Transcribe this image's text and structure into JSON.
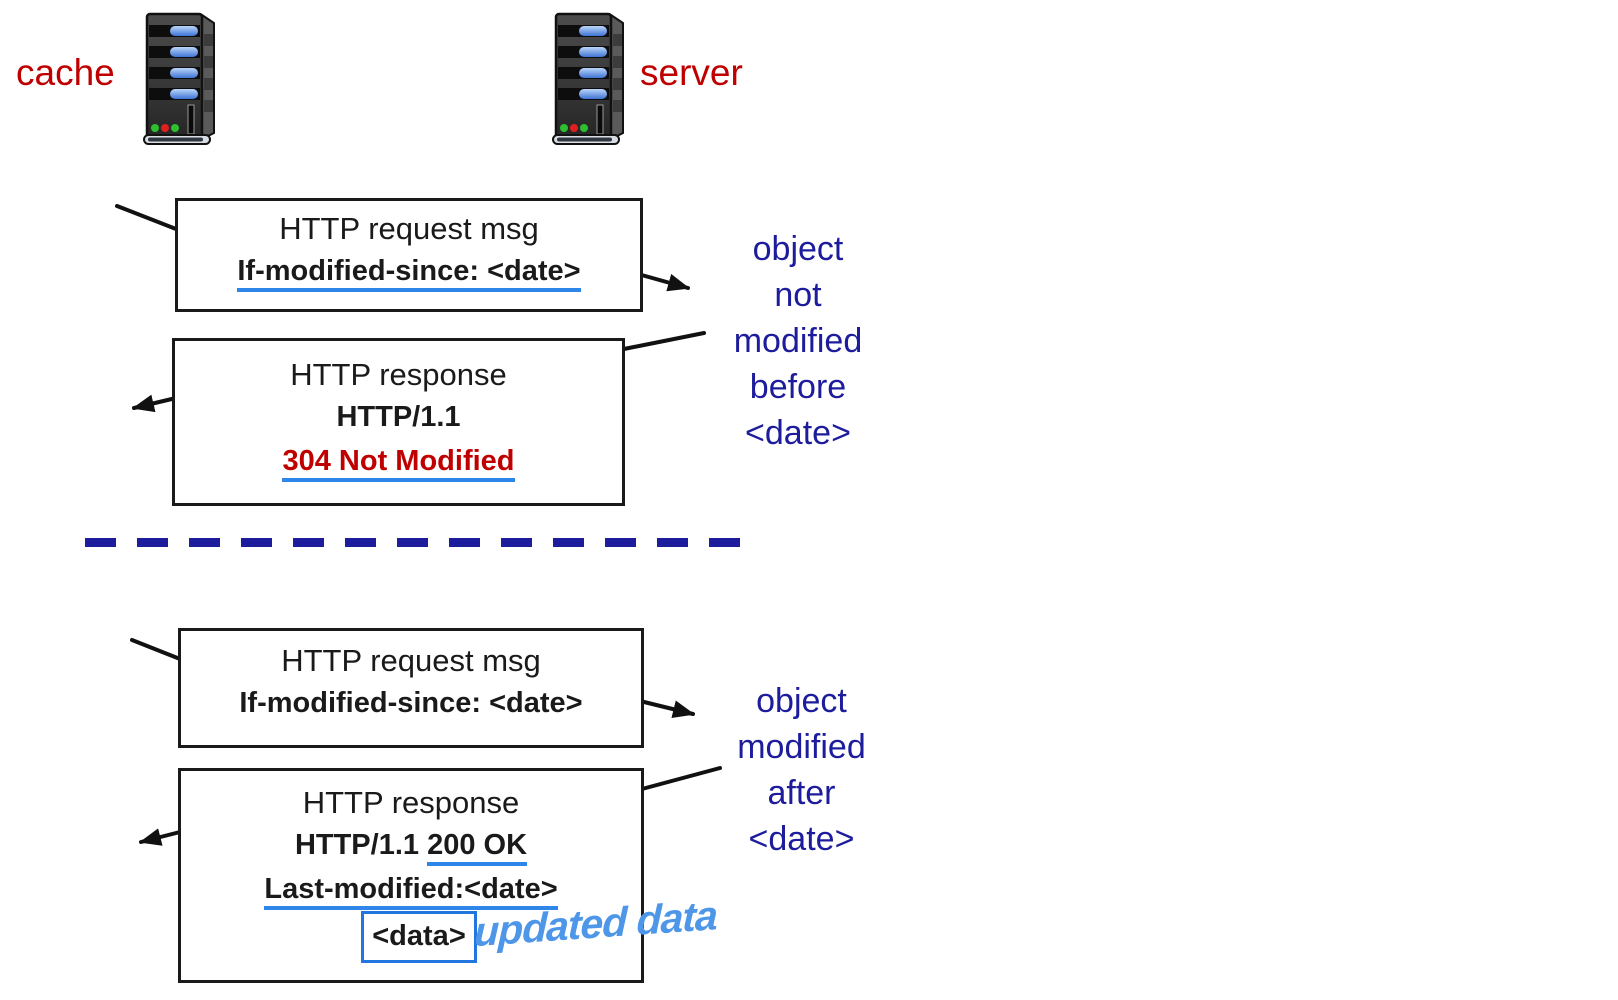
{
  "labels": {
    "cache": "cache",
    "server": "server"
  },
  "colors": {
    "host_label_red": "#C00000",
    "status_red": "#C00000",
    "side_note_navy": "#1C1C9C",
    "divider_navy": "#1C1C9C",
    "underline_blue": "#2E86E9",
    "data_box_blue": "#2176E0",
    "handwriting_blue": "#4D96E8",
    "box_border_black": "#1a1a1a"
  },
  "section1": {
    "request_box": {
      "line1": "HTTP request msg",
      "line2": "If-modified-since: <date>"
    },
    "side_note": {
      "lines": [
        "object",
        "not",
        "modified",
        "before",
        "<date>"
      ]
    },
    "response_box": {
      "line1": "HTTP response",
      "line2": "HTTP/1.1",
      "line3": "304 Not Modified"
    }
  },
  "section2": {
    "request_box": {
      "line1": "HTTP request msg",
      "line2": "If-modified-since: <date>"
    },
    "side_note": {
      "lines": [
        "object",
        "modified",
        "after",
        "<date>"
      ]
    },
    "response_box": {
      "line1": "HTTP response",
      "line2_plain": "HTTP/1.1 ",
      "line2_underlined": "200 OK",
      "line3": "Last-modified:<date>",
      "data_token": "<data>",
      "annotation": "updated data"
    }
  }
}
